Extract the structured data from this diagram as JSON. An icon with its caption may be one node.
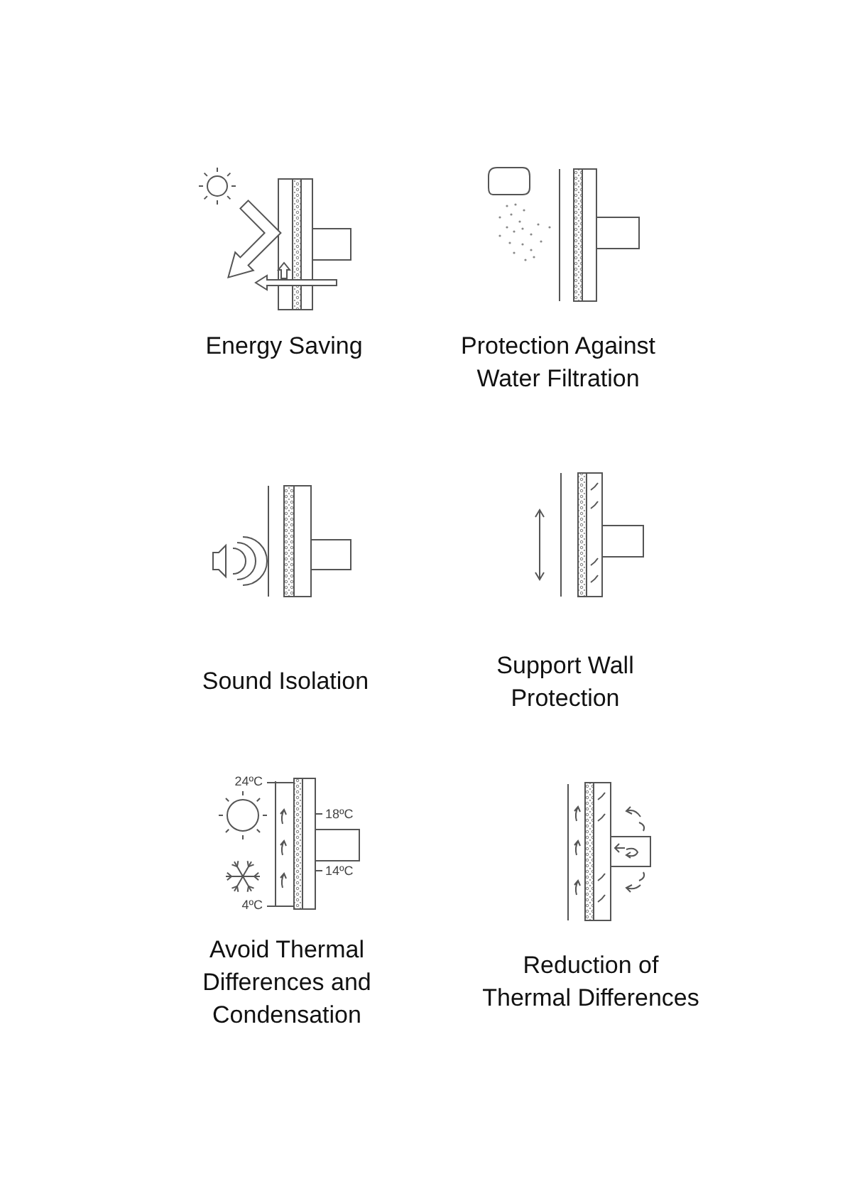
{
  "diagram": {
    "labels": [
      "Energy Saving",
      "Protection Against Water Filtration",
      "Sound Isolation",
      "Support Wall Protection",
      "24ºC",
      "18ºC",
      "14ºC",
      "4ºC",
      "Avoid Thermal Differences and Condensation",
      "Reduction of Thermal Differences"
    ]
  }
}
